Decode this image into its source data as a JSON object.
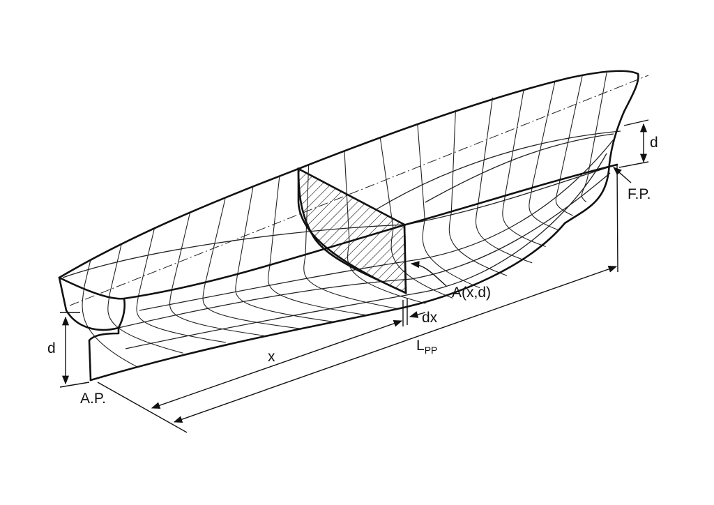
{
  "labels": {
    "draft_left": "d",
    "draft_right": "d",
    "aft_perpendicular": "A.P.",
    "fore_perpendicular": "F.P.",
    "section_area": "A(x,d)",
    "increment": "dx",
    "distance": "x",
    "length_main": "L",
    "length_sub": "PP"
  },
  "colors": {
    "stroke": "#111111",
    "background": "#ffffff"
  }
}
